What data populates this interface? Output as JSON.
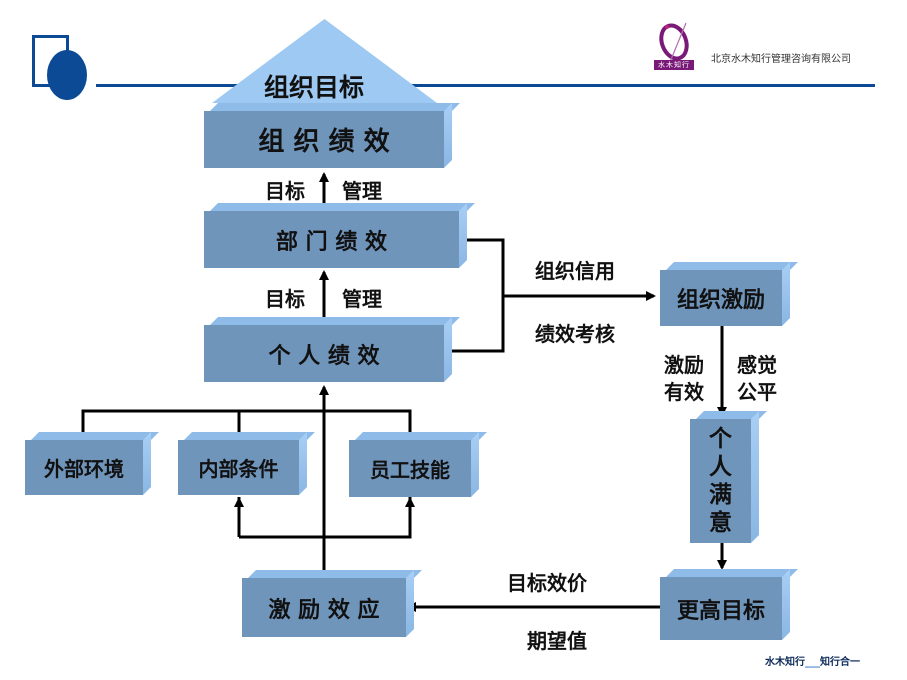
{
  "header": {
    "company_name": "北京水木知行管理咨询有限公司",
    "logo_caption": "水木知行",
    "accent_color": "#0d4a96",
    "logo_color": "#7a1a78"
  },
  "footer": {
    "slogan_left": "水木知行",
    "slogan_sep": "___",
    "slogan_right": "知行合一"
  },
  "diagram": {
    "top_triangle": "组织目标",
    "nodes": {
      "org_performance": "组 织 绩 效",
      "dept_performance": "部 门 绩 效",
      "individual_performance": "个 人 绩 效",
      "external_env": "外部环境",
      "internal_cond": "内部条件",
      "employee_skill": "员工技能",
      "incentive_effect": "激 励 效 应",
      "org_incentive": "组织激励",
      "individual_satisfaction": [
        "个",
        "人",
        "满",
        "意"
      ],
      "higher_goal": "更高目标"
    },
    "edge_labels": {
      "upper_left": "目标",
      "upper_right": "管理",
      "lower_left": "目标",
      "lower_right": "管理",
      "org_credit": "组织信用",
      "perf_review": "绩效考核",
      "incentive_effective_1": "激励",
      "incentive_effective_2": "有效",
      "feel_fair_1": "感觉",
      "feel_fair_2": "公平",
      "goal_valence": "目标效价",
      "expectancy": "期望值"
    },
    "colors": {
      "box_face": "#7095bb",
      "box_top": "#8fbbe8",
      "triangle": "#9ec9f2"
    }
  }
}
